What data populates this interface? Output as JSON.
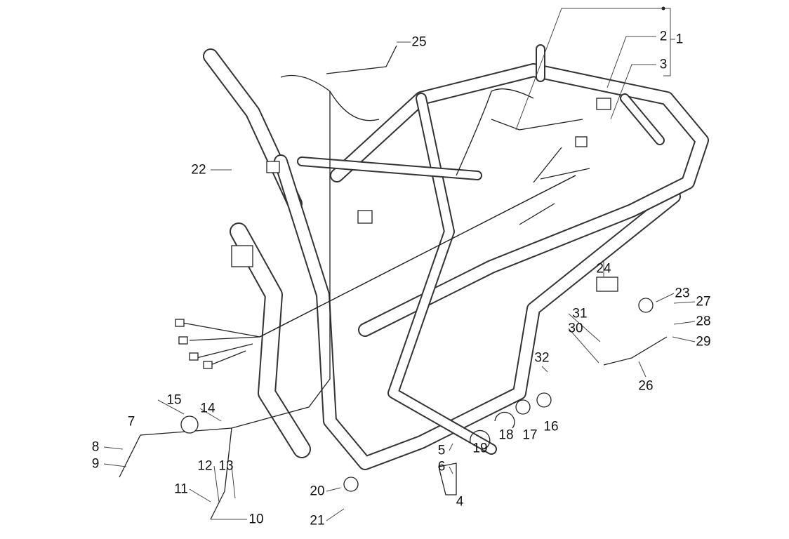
{
  "diagram": {
    "type": "exploded parts diagram",
    "labels": [
      "1",
      "2",
      "3",
      "4",
      "5",
      "6",
      "7",
      "8",
      "9",
      "10",
      "11",
      "12",
      "13",
      "14",
      "15",
      "16",
      "17",
      "18",
      "19",
      "20",
      "21",
      "22",
      "23",
      "24",
      "25",
      "26",
      "27",
      "28",
      "29",
      "30",
      "31",
      "32"
    ]
  }
}
